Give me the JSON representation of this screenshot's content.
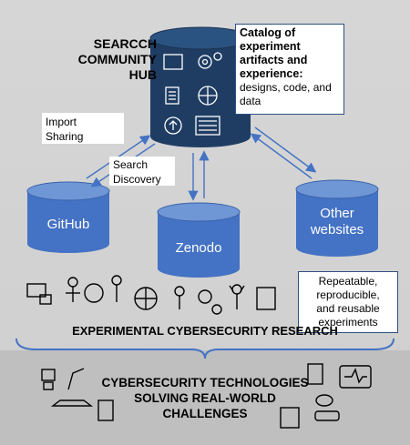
{
  "hub": {
    "title": "SEARCCH\nCOMMUNITY\nHUB"
  },
  "catalog": {
    "bold": "Catalog of experiment artifacts and experience:",
    "rest": "designs, code, and data"
  },
  "arrows": {
    "import": "Import\nSharing",
    "search": "Search\nDiscovery"
  },
  "repos": {
    "github": "GitHub",
    "zenodo": "Zenodo",
    "other": "Other\nwebsites"
  },
  "research": {
    "title": "EXPERIMENTAL CYBERSECURITY RESEARCH",
    "note": "Repeatable,\nreproducible,\nand reusable\nexperiments"
  },
  "tech": {
    "title": "CYBERSECURITY TECHNOLOGIES\nSOLVING REAL-WORLD\nCHALLENGES"
  },
  "colors": {
    "hub_cylinder": "#1f3d63",
    "repo_cylinder": "#4472c4",
    "repo_cylinder_top": "#6f97d6",
    "arrow": "#4472c4"
  }
}
